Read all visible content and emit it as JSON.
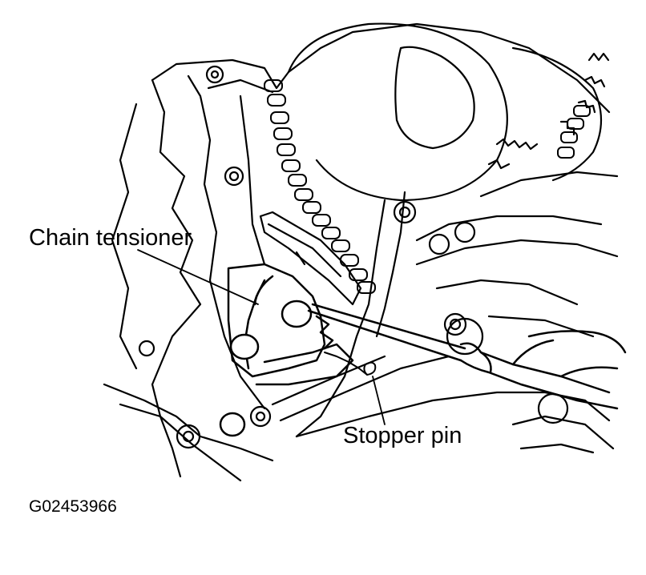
{
  "diagram": {
    "labels": {
      "chain_tensioner": "Chain tensioner",
      "stopper_pin": "Stopper pin"
    },
    "figure_code": "G02453966"
  },
  "colors": {
    "ink": "#000000",
    "paper": "#ffffff"
  }
}
